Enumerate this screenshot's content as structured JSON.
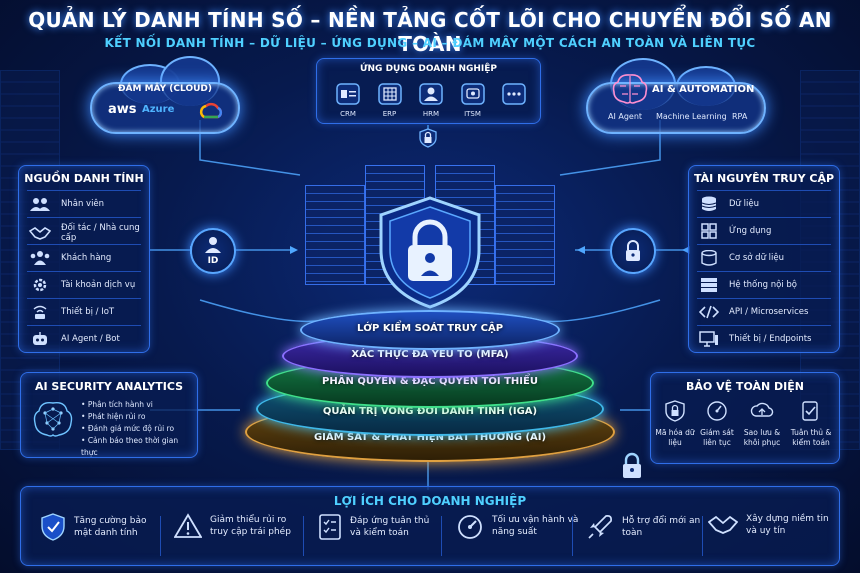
{
  "title": "QUẢN LÝ DANH TÍNH SỐ – NỀN TẢNG CỐT LÕI CHO CHUYỂN ĐỔI SỐ AN TOÀN",
  "subtitle": "KẾT NỐI DANH TÍNH – DỮ LIỆU – ỨNG DỤNG – AI – ĐÁM MÂY MỘT CÁCH AN TOÀN VÀ LIÊN TỤC",
  "cloud_left": {
    "title": "ĐÁM MÂY (CLOUD)",
    "providers": [
      "aws",
      "Azure"
    ],
    "provider_icons": [
      "aws-logo",
      "azure-logo",
      "google-cloud-logo"
    ]
  },
  "apps": {
    "title": "ỨNG DỤNG DOANH NGHIỆP",
    "items": [
      {
        "label": "CRM",
        "icon": "id-card-icon"
      },
      {
        "label": "ERP",
        "icon": "calendar-grid-icon"
      },
      {
        "label": "HRM",
        "icon": "person-icon"
      },
      {
        "label": "ITSM",
        "icon": "support-icon"
      },
      {
        "label": "",
        "icon": "more-icon"
      }
    ]
  },
  "cloud_right": {
    "title": "AI & AUTOMATION",
    "items": [
      "AI Agent",
      "Machine Learning",
      "RPA"
    ]
  },
  "identity_sources": {
    "title": "NGUỒN DANH TÍNH",
    "items": [
      {
        "label": "Nhân viên",
        "icon": "users-icon"
      },
      {
        "label": "Đối tác / Nhà cung cấp",
        "icon": "handshake-icon"
      },
      {
        "label": "Khách hàng",
        "icon": "customers-icon"
      },
      {
        "label": "Tài khoản dịch vụ",
        "icon": "gear-icon"
      },
      {
        "label": "Thiết bị / IoT",
        "icon": "iot-device-icon"
      },
      {
        "label": "AI Agent / Bot",
        "icon": "robot-icon"
      }
    ]
  },
  "id_node": {
    "label": "ID"
  },
  "access_resources": {
    "title": "TÀI NGUYÊN TRUY CẬP",
    "items": [
      {
        "label": "Dữ liệu",
        "icon": "database-icon"
      },
      {
        "label": "Ứng dụng",
        "icon": "apps-grid-icon"
      },
      {
        "label": "Cơ sở dữ liệu",
        "icon": "db-server-icon"
      },
      {
        "label": "Hệ thống nội bộ",
        "icon": "server-icon"
      },
      {
        "label": "API / Microservices",
        "icon": "code-icon"
      },
      {
        "label": "Thiết bị / Endpoints",
        "icon": "monitor-icon"
      }
    ]
  },
  "layers": [
    {
      "label": "LỚP KIỂM SOÁT TRUY CẬP",
      "color": "#3b6fe0"
    },
    {
      "label": "XÁC THỰC ĐA YẾU TỐ (MFA)",
      "color": "#5a3fd6"
    },
    {
      "label": "PHÂN QUYỀN & ĐẶC QUYỀN TỐI THIỂU",
      "color": "#1f9a5a"
    },
    {
      "label": "QUẢN TRỊ VÒNG ĐỜI DANH TÍNH (IGA)",
      "color": "#1b7fa8"
    },
    {
      "label": "GIÁM SÁT & PHÁT HIỆN BẤT THƯỜNG (AI)",
      "color": "#c8861e"
    }
  ],
  "ai_analytics": {
    "title": "AI SECURITY ANALYTICS",
    "items": [
      "Phân tích hành vi",
      "Phát hiện rủi ro",
      "Đánh giá mức độ rủi ro",
      "Cảnh báo theo thời gian thực"
    ]
  },
  "protection": {
    "title": "BẢO VỆ TOÀN DIỆN",
    "items": [
      {
        "label": "Mã hóa dữ liệu",
        "icon": "encrypt-lock-icon"
      },
      {
        "label": "Giám sát liên tục",
        "icon": "monitor-gauge-icon"
      },
      {
        "label": "Sao lưu & khôi phục",
        "icon": "cloud-backup-icon"
      },
      {
        "label": "Tuân thủ & kiểm toán",
        "icon": "compliance-icon"
      }
    ]
  },
  "benefits": {
    "title": "LỢI ÍCH CHO DOANH NGHIỆP",
    "items": [
      {
        "label": "Tăng cường bảo mật danh tính",
        "icon": "shield-check-icon"
      },
      {
        "label": "Giảm thiểu rủi ro truy cập trái phép",
        "icon": "warning-icon"
      },
      {
        "label": "Đáp ứng tuân thủ và kiểm toán",
        "icon": "checklist-icon"
      },
      {
        "label": "Tối ưu vận hành và năng suất",
        "icon": "speedometer-icon"
      },
      {
        "label": "Hỗ trợ đổi mới an toàn",
        "icon": "rocket-icon"
      },
      {
        "label": "Xây dựng niềm tin và uy tín",
        "icon": "handshake-icon"
      }
    ]
  },
  "colors": {
    "accent": "#4fd0ff",
    "panel_border": "#2f6ee8",
    "background": "#071a4e"
  }
}
